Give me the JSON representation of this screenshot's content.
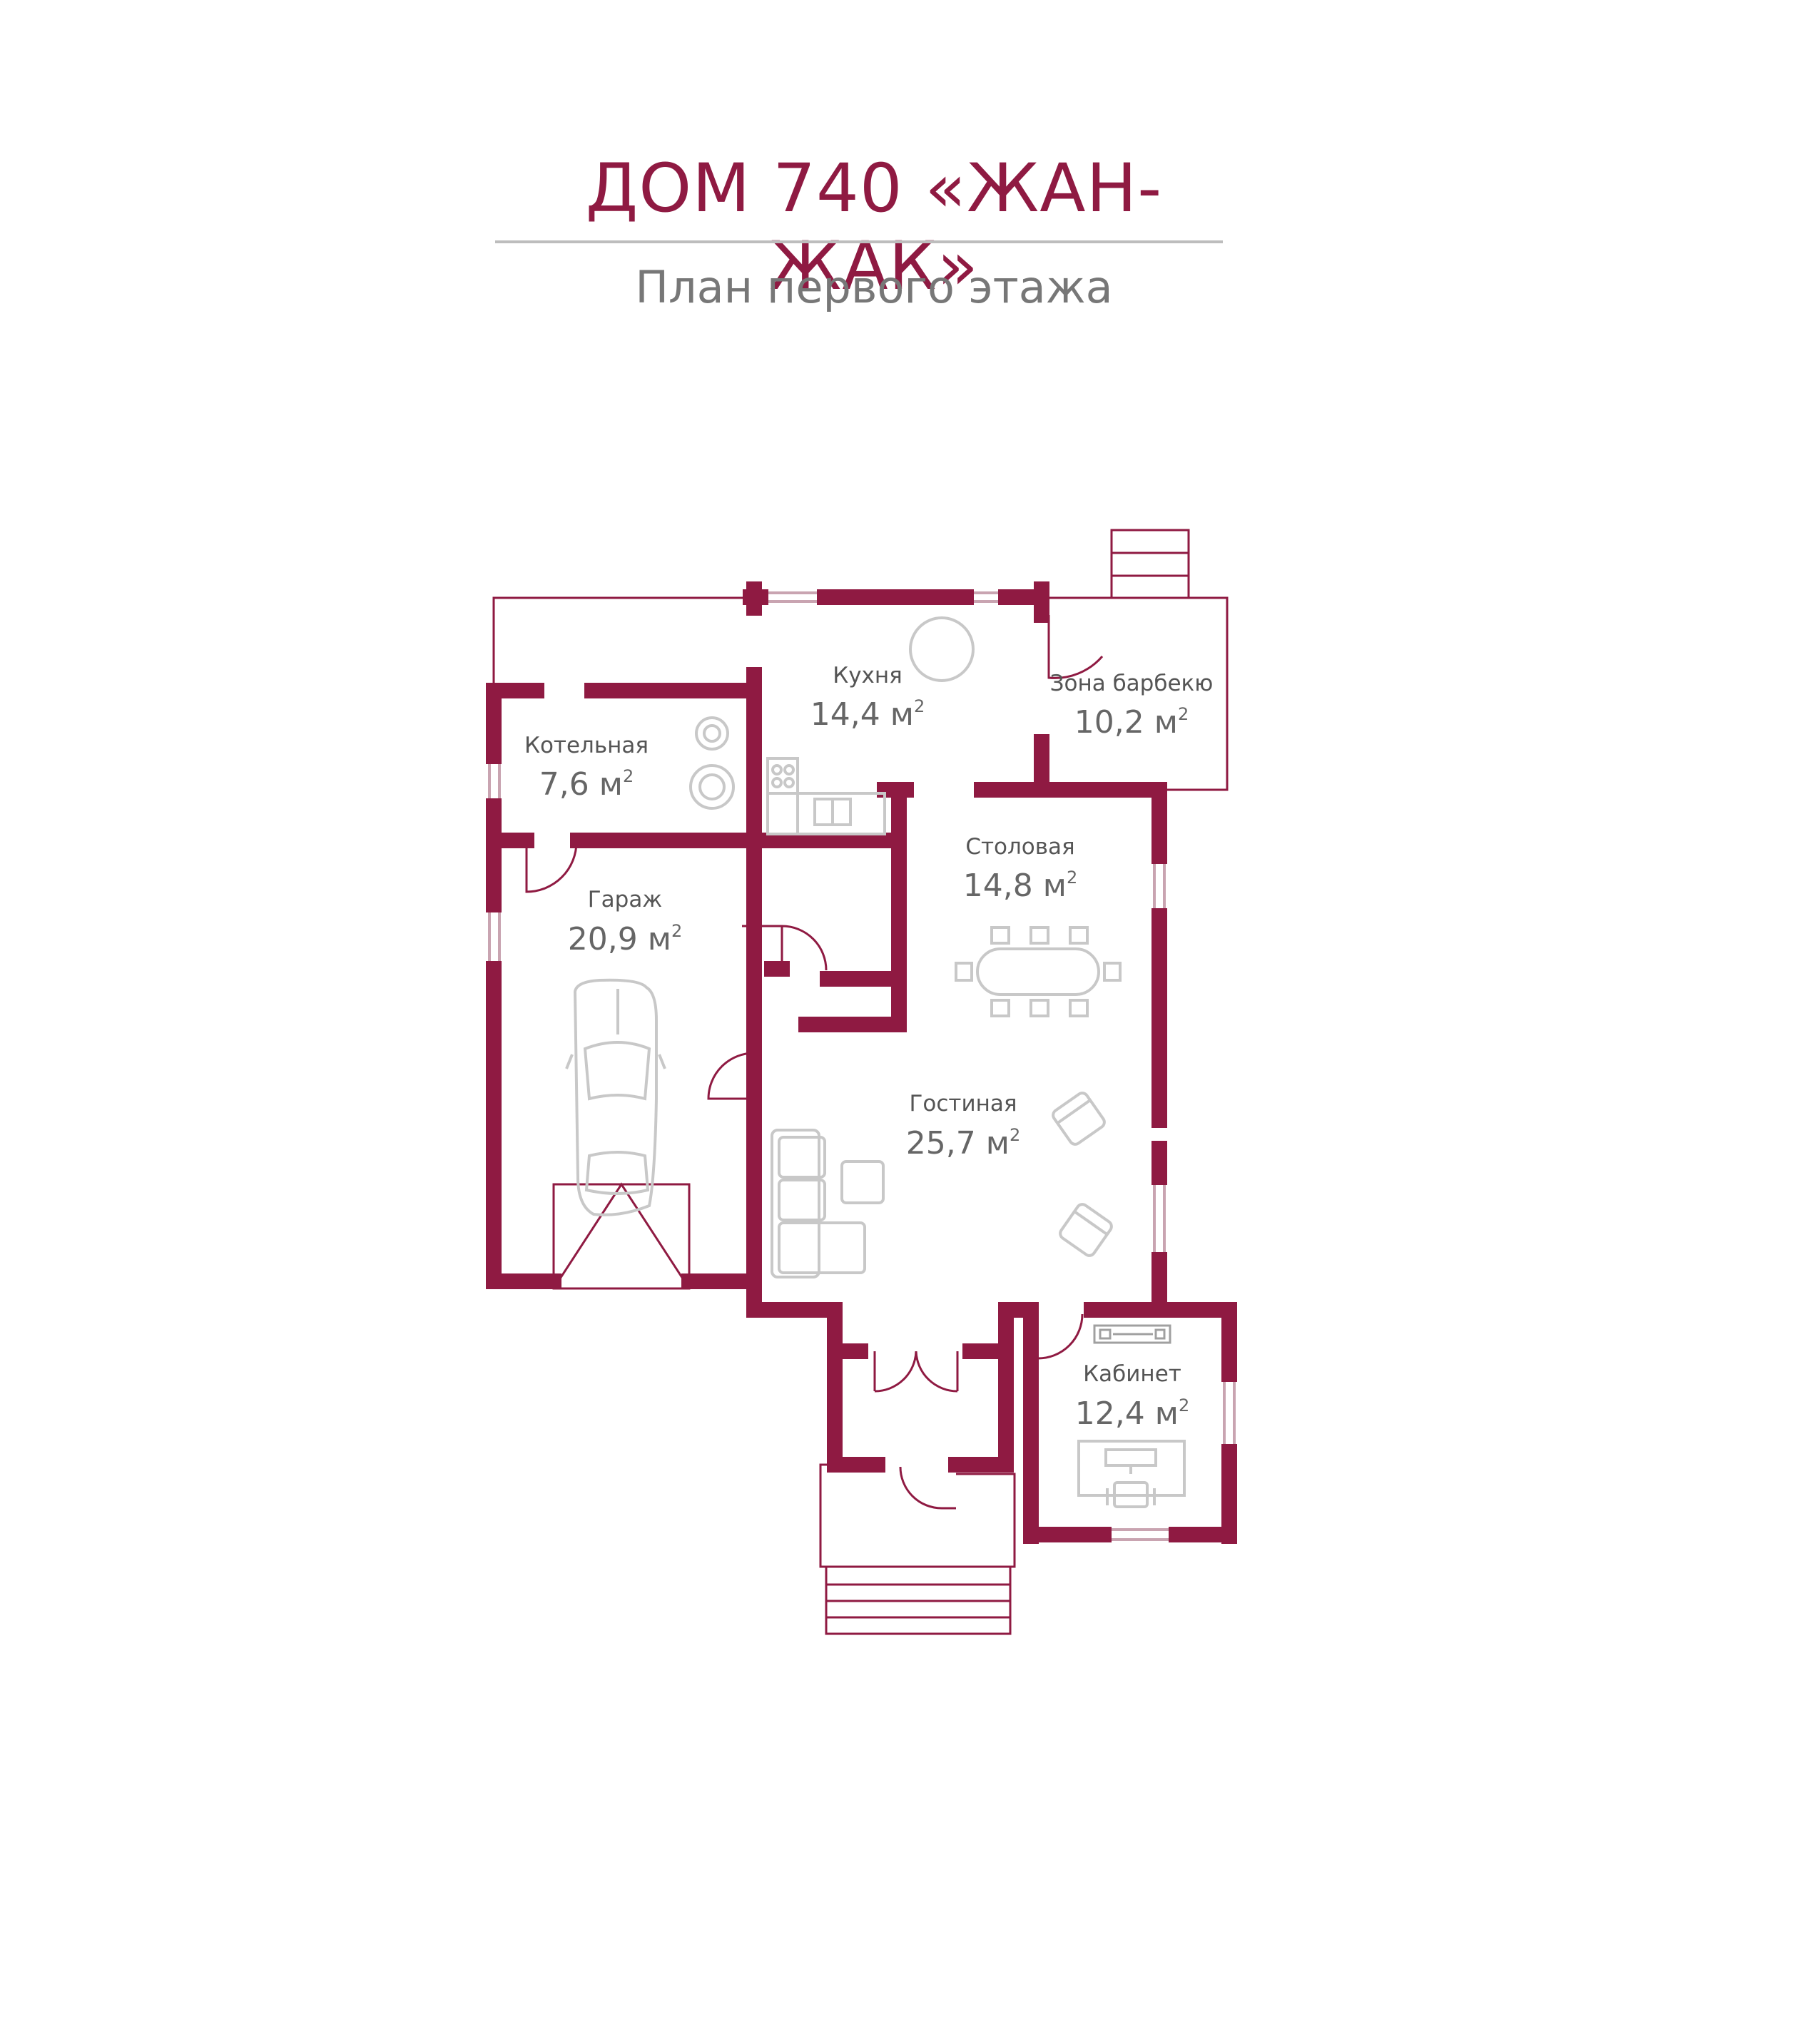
{
  "header": {
    "title": "ДОМ 740 «ЖАН-ЖАК»",
    "subtitle": "План первого этажа"
  },
  "colors": {
    "wall": "#8f1a42",
    "window": "#c9a4b1",
    "furniture": "#c8c8c8",
    "text": "#555555"
  },
  "area_unit": "м",
  "area_superscript": "2",
  "rooms": [
    {
      "name": "Кухня",
      "area": "14,4"
    },
    {
      "name": "Зона барбекю",
      "area": "10,2"
    },
    {
      "name": "Котельная",
      "area": "7,6"
    },
    {
      "name": "Столовая",
      "area": "14,8"
    },
    {
      "name": "Гараж",
      "area": "20,9"
    },
    {
      "name": "Гостиная",
      "area": "25,7"
    },
    {
      "name": "Кабинет",
      "area": "12,4"
    }
  ],
  "icons": [
    "boiler-icon",
    "stove-icon",
    "sink-icon",
    "dining-table-icon",
    "car-icon",
    "sofa-icon",
    "armchair-icon",
    "desk-icon",
    "door-swing-icon",
    "stairs-icon"
  ]
}
